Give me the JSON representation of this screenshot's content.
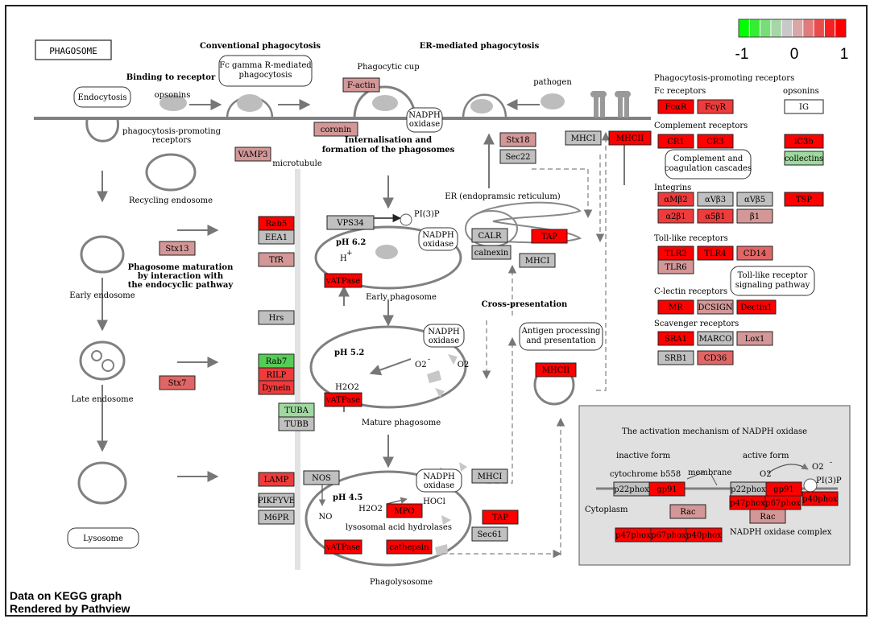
{
  "title": "PHAGOSOME",
  "legend": {
    "labels": [
      "-1",
      "0",
      "1"
    ],
    "colors": [
      "#00ff00",
      "#33ee33",
      "#77dd77",
      "#a6d6a6",
      "#c8c8c8",
      "#d8a8a8",
      "#e07c7c",
      "#ea4c4c",
      "#f52020",
      "#ff0000"
    ]
  },
  "section_headings": {
    "conventional": "Conventional phagocytosis",
    "er_mediated": "ER-mediated phagocytosis",
    "binding": "Binding to receptor",
    "internalisation_1": "Internalisation and",
    "internalisation_2": "formation of the phagosomes",
    "maturation_1": "Phagosome maturation",
    "maturation_2": "by interaction with",
    "maturation_3": "the endocyclic pathway",
    "cross": "Cross-presentation"
  },
  "labels": {
    "phagocytic_cup": "Phagocytic cup",
    "pathogen": "pathogen",
    "opsonins": "opsonins",
    "opsonins2": "opsonins",
    "pcp_receptors_1": "phagocytosis-promoting",
    "pcp_receptors_2": "receptors",
    "recycling_endosome": "Recycling endosome",
    "microtubule": "microtubule",
    "early_endosome": "Early endosome",
    "late_endosome": "Late endosome",
    "er": "ER (endopramsic reticulum)",
    "early_phagosome": "Early phagosome",
    "mature_phagosome": "Mature phagosome",
    "phagolysosome": "Phagolysosome",
    "ph62": "pH 6.2",
    "ph52": "pH 5.2",
    "ph45": "pH 4.5",
    "hplus": "H",
    "hplus_sup": "+",
    "pi3p": "PI(3)P",
    "o2minus": "O2",
    "o2": "O2",
    "h2o2": "H2O2",
    "h2o2b": "H2O2",
    "hocl": "HOCl",
    "no": "NO",
    "hydrolases": "lysosomal acid hydrolases",
    "right_pcp": "Phagocytosis-promoting receptors",
    "fc_receptors": "Fc receptors",
    "complement": "Complement receptors",
    "integrins": "Integrins",
    "tlr": "Toll-like receptors",
    "clectin": "C-lectin receptors",
    "scavenger": "Scavenger receptors",
    "nadph_box_title": "The activation mechanism of NADPH oxidase",
    "inactive_form": "inactive form",
    "active_form": "active form",
    "cytochrome": "cytochrome b558",
    "membrane": "membrane",
    "cytoplasm": "Cytoplasm",
    "nadph_complex": "NADPH oxidase complex",
    "o2_act": "O2",
    "o2_act_out": "O2",
    "pi3p_act": "PI(3)P"
  },
  "rounded_boxes": {
    "endocytosis": "Endocytosis",
    "lysosome": "Lysosome",
    "fc_gamma_1": "Fc gamma R-mediated",
    "fc_gamma_2": "phagocytosis",
    "nadph_top_1": "NADPH",
    "nadph_top_2": "oxidase",
    "nadph_early_1": "NADPH",
    "nadph_early_2": "oxidase",
    "nadph_mature_1": "NADPH",
    "nadph_mature_2": "oxidase",
    "nadph_lyso_1": "NADPH",
    "nadph_lyso_2": "oxidase",
    "antigen_1": "Antigen processing",
    "antigen_2": "and presentation",
    "complement_casc_1": "Complement and",
    "complement_casc_2": "coagulation cascades",
    "tlr_path_1": "Toll-like receptor",
    "tlr_path_2": "signaling pathway"
  },
  "genes": {
    "factin": "F-actin",
    "coronin": "coronin",
    "vamp3": "VAMP3",
    "stx18": "Stx18",
    "sec22": "Sec22",
    "mhci_top": "MHCI",
    "mhcii_top": "MHCII",
    "stx13": "Stx13",
    "rab5": "Rab5",
    "eea1": "EEA1",
    "vps34": "VPS34",
    "tfr": "TfR",
    "vatpase1": "vATPase",
    "calr": "CALR",
    "calnexin": "calnexin",
    "tap1": "TAP",
    "mhci_er": "MHCI",
    "hrs": "Hrs",
    "rab7": "Rab7",
    "rilp": "RILP",
    "dynein": "Dynein",
    "tuba": "TUBA",
    "tubb": "TUBB",
    "stx7": "Stx7",
    "vatpase2": "vATPase",
    "mhcii_mid": "MHCII",
    "lamp": "LAMP",
    "pikfyve": "PIKFYVE",
    "m6pr": "M6PR",
    "nos": "NOS",
    "mpo": "MPO",
    "mhci_lyso": "MHCI",
    "tap2": "TAP",
    "sec61": "Sec61",
    "vatpase3": "vATPase",
    "cathepsin": "cathepsin",
    "fcar": "FcαR",
    "fcgr": "FcγR",
    "ig": "IG",
    "cr1": "CR1",
    "cr3": "CR3",
    "ic3b": "iC3b",
    "collectins": "collectins",
    "amb2": "αMβ2",
    "avb3": "αVβ3",
    "avb5": "αVβ5",
    "tsp": "TSP",
    "a2b1": "α2β1",
    "a5b1": "α5β1",
    "b1": "β1",
    "tlr2": "TLR2",
    "tlr4": "TLR4",
    "cd14": "CD14",
    "tlr6": "TLR6",
    "mr": "MR",
    "dcsign": "DCSIGN",
    "dectin1": "Dectin1",
    "sra1": "SRA1",
    "marco": "MARCO",
    "lox1": "Lox1",
    "srb1": "SRB1",
    "cd36": "CD36",
    "p22phox_a": "p22phox",
    "gp91_a": "gp91",
    "rac_a": "Rac",
    "p47phox_a": "p47phox",
    "p67phox_a": "p67phox",
    "p40phox_a": "p40phox",
    "p22phox_b": "p22phox",
    "gp91_b": "gp91",
    "p47phox_b": "p47phox",
    "p67phox_b": "p67phox",
    "p40phox_b": "p40phox",
    "rac_b": "Rac"
  },
  "footer": {
    "line1": "Data on KEGG graph",
    "line2": "Rendered by Pathview"
  }
}
